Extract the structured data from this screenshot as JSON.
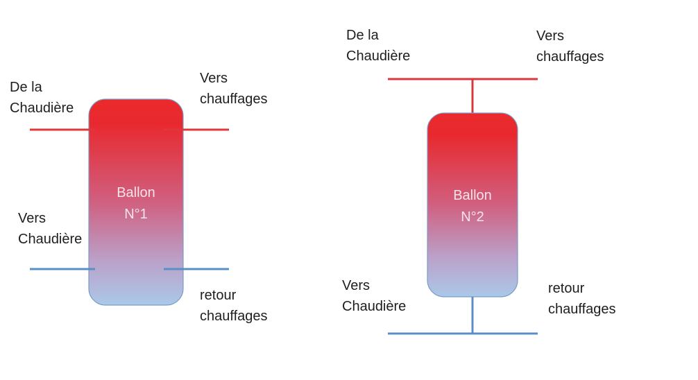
{
  "colors": {
    "hot": "#e8282c",
    "cold": "#5b8ec4",
    "tank_top": "#ea2a2c",
    "tank_bottom": "#abc8e8"
  },
  "ballon1": {
    "title": [
      "Ballon",
      "N°1"
    ],
    "from_boiler": [
      "De la",
      "Chaudière"
    ],
    "to_heating": [
      "Vers",
      "chauffages"
    ],
    "to_boiler": [
      "Vers",
      "Chaudière"
    ],
    "heating_return": [
      "retour",
      "chauffages"
    ]
  },
  "ballon2": {
    "title": [
      "Ballon",
      "N°2"
    ],
    "from_boiler": [
      "De la",
      "Chaudière"
    ],
    "to_heating": [
      "Vers",
      "chauffages"
    ],
    "to_boiler": [
      "Vers",
      "Chaudière"
    ],
    "heating_return": [
      "retour",
      "chauffages"
    ]
  }
}
